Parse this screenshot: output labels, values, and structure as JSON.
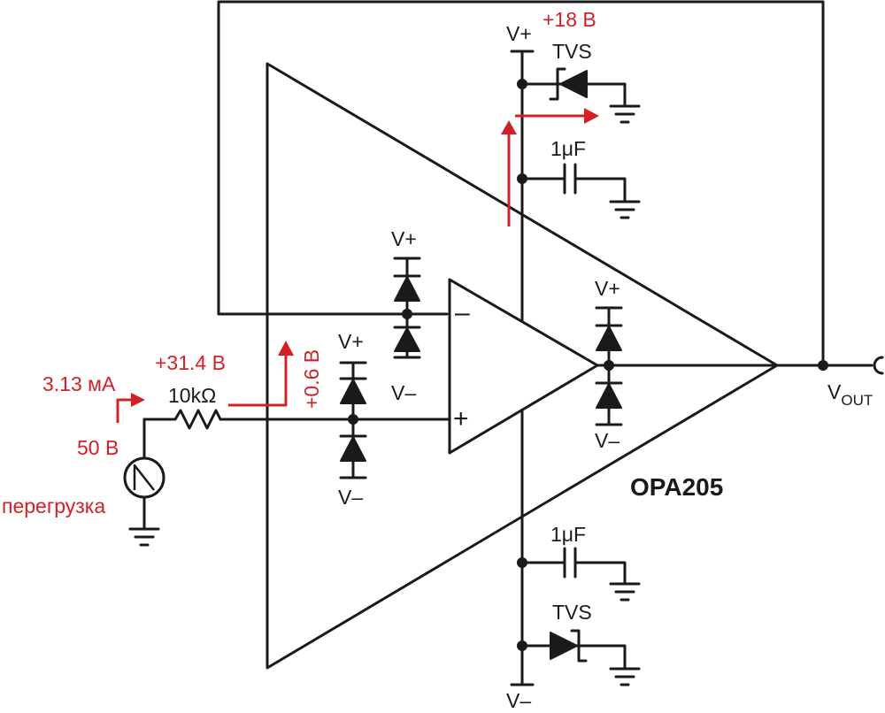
{
  "labels": {
    "vplus_top": "V+",
    "vplus_top_value": "+18 В",
    "tvs_top": "TVS",
    "cap_top": "1μF",
    "cap_bottom": "1μF",
    "tvs_bottom": "TVS",
    "vminus_bottom": "V–",
    "clamp_inv_vplus": "V+",
    "clamp_inv_vminus": "V–",
    "clamp_noninv_vplus": "V+",
    "clamp_noninv_vminus": "V–",
    "clamp_out_vplus": "V+",
    "clamp_out_vminus": "V–",
    "inv_symbol": "–",
    "noninv_symbol": "+",
    "vout_main": "V",
    "vout_sub": "OUT",
    "part_name": "OPA205",
    "resistor": "10kΩ",
    "node_voltage": "+31.4 В",
    "current": "3.13 мА",
    "clamp_voltage": "+0.6 В",
    "source_voltage": "50 В",
    "overload": "перегрузка"
  },
  "colors": {
    "wire": "#1a1a1a",
    "annotation": "#d32027",
    "background": "#ffffff"
  }
}
